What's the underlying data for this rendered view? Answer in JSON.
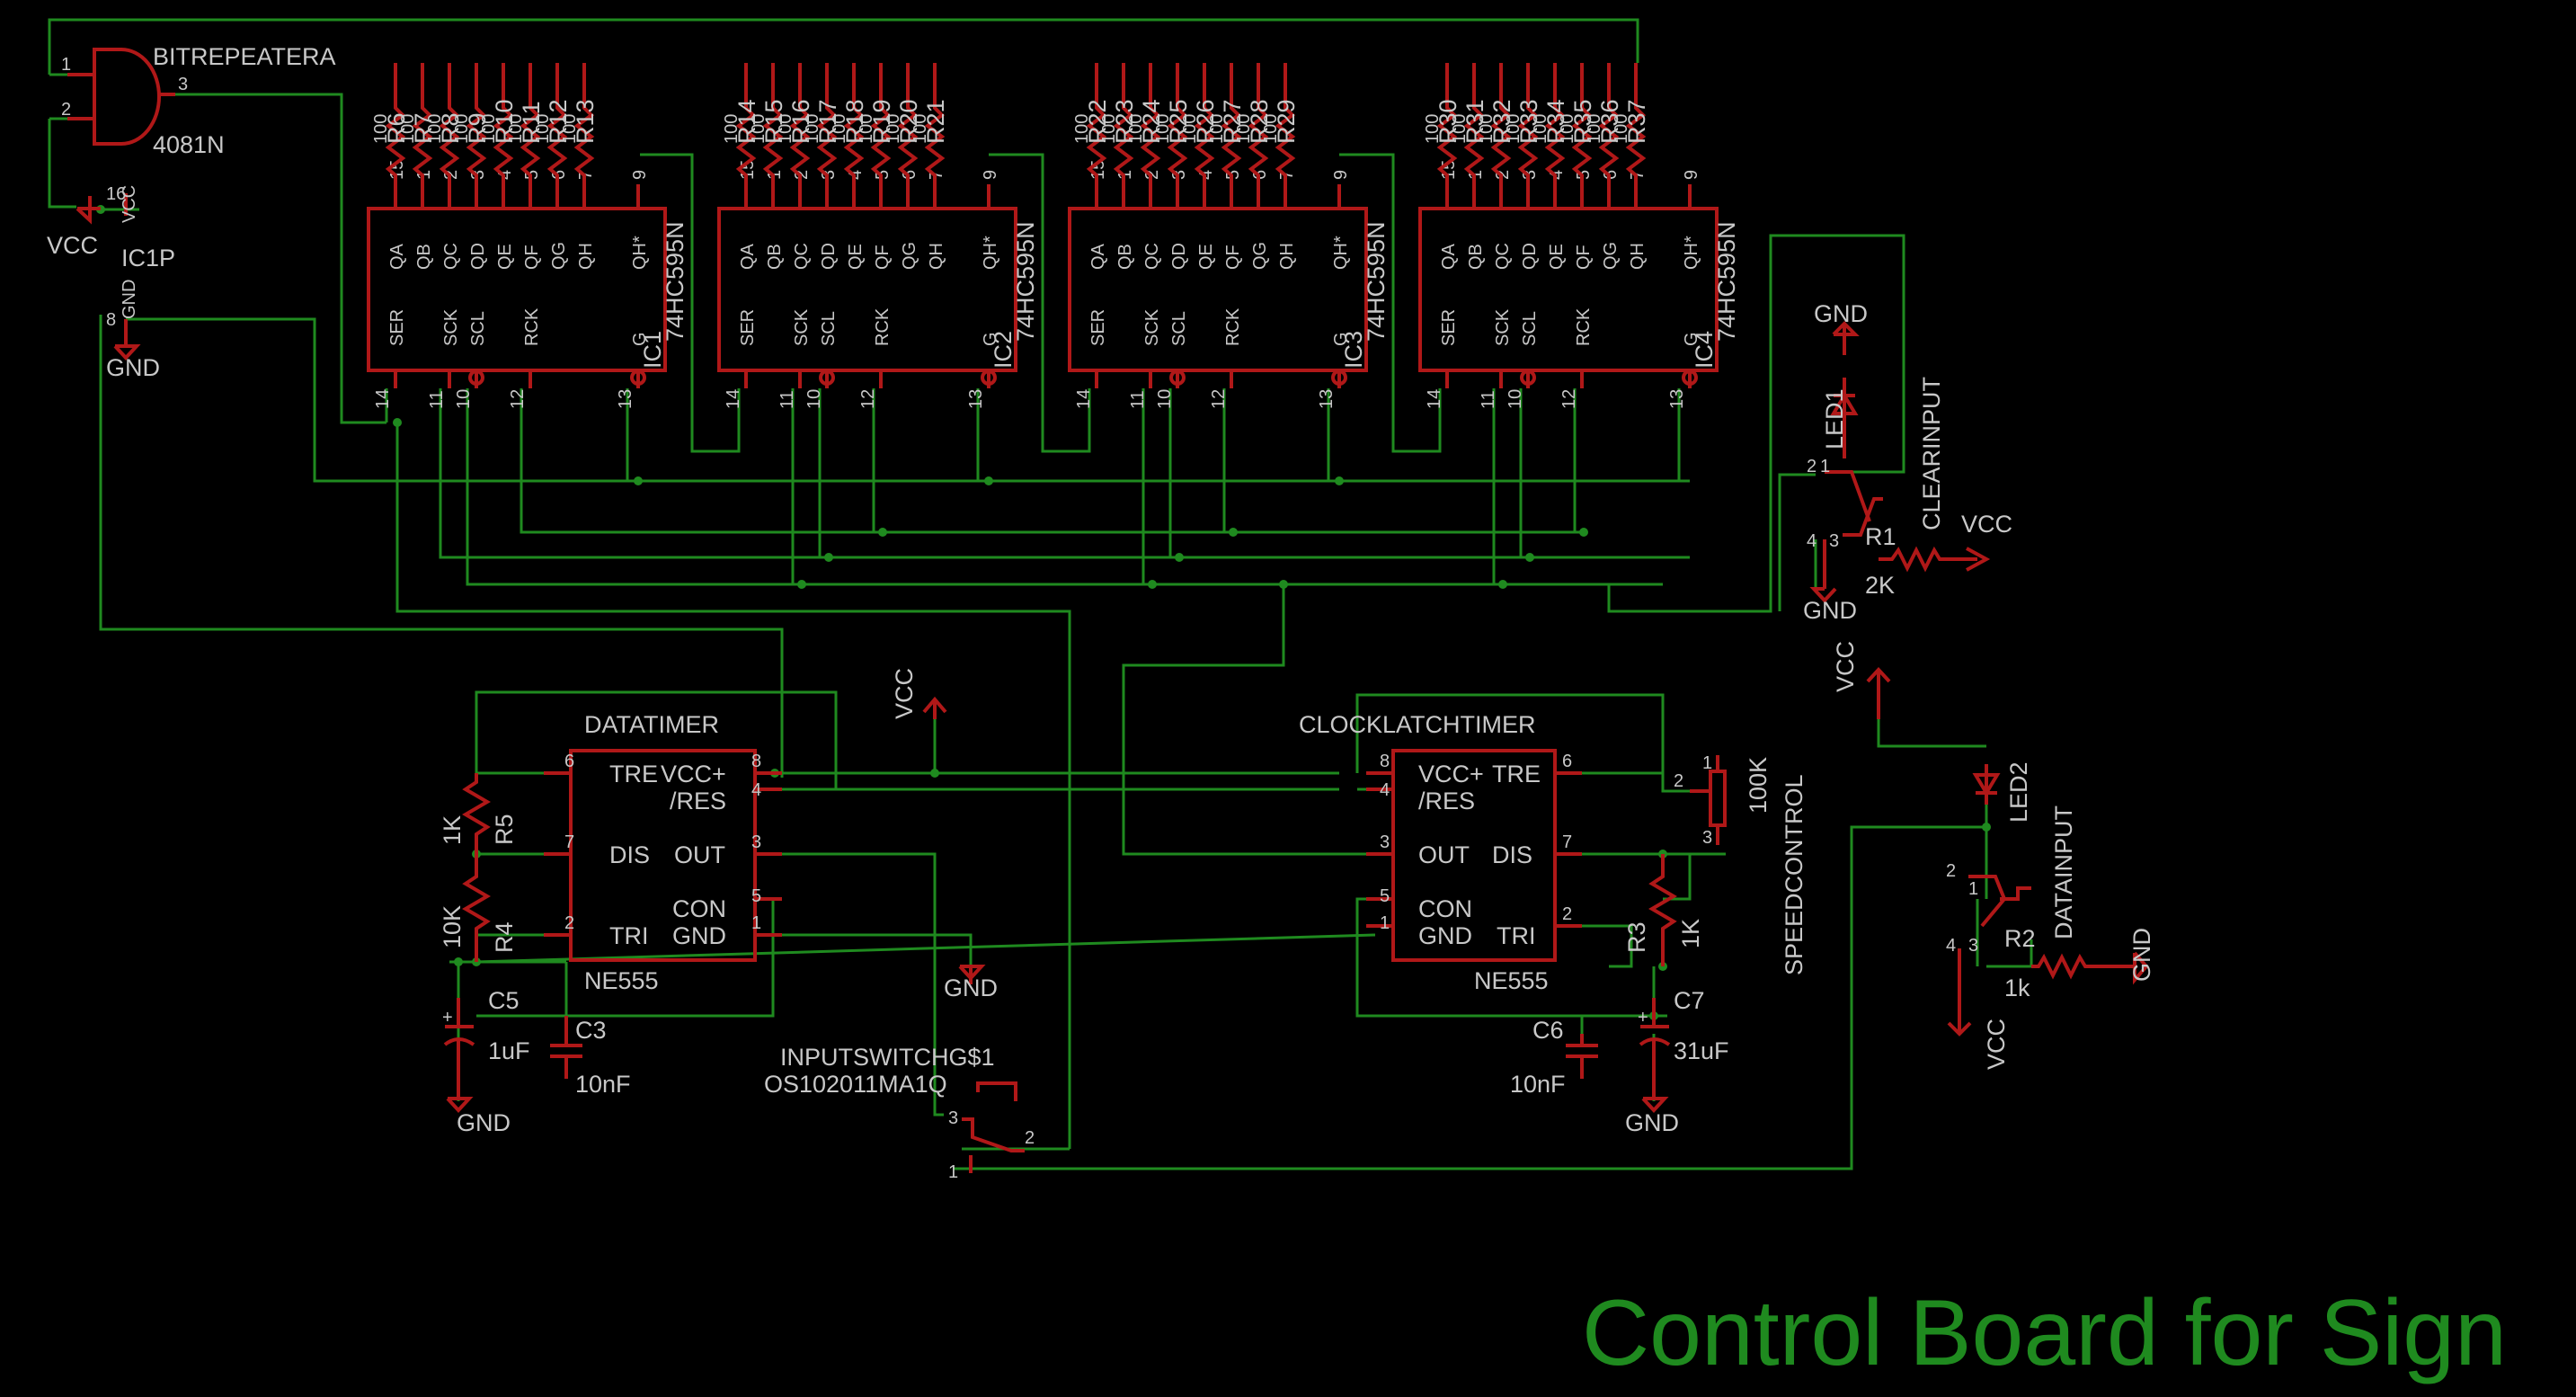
{
  "title": "Control Board for Sign",
  "colors": {
    "background": "#000000",
    "wire": "#1f8a1f",
    "part": "#b01818",
    "text": "#c8c8c8"
  },
  "gate": {
    "name": "BITREPEATERA",
    "value": "4081N",
    "pins": [
      "1",
      "2",
      "3"
    ]
  },
  "power_part": {
    "name": "IC1P",
    "vcc_pin": "16",
    "vcc": "VCC",
    "gnd_pin": "8",
    "gnd": "GND"
  },
  "registers": [
    {
      "name": "IC1",
      "value": "74HC595N",
      "resistors": [
        "R6",
        "R7",
        "R8",
        "R9",
        "R10",
        "R11",
        "R12",
        "R13"
      ]
    },
    {
      "name": "IC2",
      "value": "74HC595N",
      "resistors": [
        "R14",
        "R15",
        "R16",
        "R17",
        "R18",
        "R19",
        "R20",
        "R21"
      ]
    },
    {
      "name": "IC3",
      "value": "74HC595N",
      "resistors": [
        "R22",
        "R23",
        "R24",
        "R25",
        "R26",
        "R27",
        "R28",
        "R29"
      ]
    },
    {
      "name": "IC4",
      "value": "74HC595N",
      "resistors": [
        "R30",
        "R31",
        "R32",
        "R33",
        "R34",
        "R35",
        "R36",
        "R37"
      ]
    }
  ],
  "resistor_value": "100",
  "register_top_pins": [
    "15",
    "1",
    "2",
    "3",
    "4",
    "5",
    "6",
    "7",
    "9"
  ],
  "register_top_labels": [
    "QA",
    "QB",
    "QC",
    "QD",
    "QE",
    "QF",
    "QG",
    "QH",
    "QH*"
  ],
  "register_bottom_labels": [
    "SER",
    "SCK",
    "SCL",
    "RCK",
    "G"
  ],
  "register_bottom_pins": [
    "14",
    "11",
    "10",
    "12",
    "13"
  ],
  "timers": [
    {
      "name": "DATATIMER",
      "value": "NE555",
      "left": [
        "TRE",
        "DIS",
        "TRI"
      ],
      "right": [
        "VCC+",
        "/RES",
        "OUT",
        "CON",
        "GND"
      ],
      "lpins": [
        "6",
        "7",
        "2"
      ],
      "rpins": [
        "8",
        "4",
        "3",
        "5",
        "1"
      ]
    },
    {
      "name": "CLOCKLATCHTIMER",
      "value": "NE555",
      "left": [
        "VCC+",
        "/RES",
        "OUT",
        "CON",
        "GND"
      ],
      "right": [
        "TRE",
        "DIS",
        "TRI"
      ],
      "lpins": [
        "8",
        "4",
        "3",
        "5",
        "1"
      ],
      "rpins": [
        "6",
        "7",
        "2"
      ]
    }
  ],
  "passives": {
    "r5": {
      "name": "R5",
      "value": "1K"
    },
    "r4": {
      "name": "R4",
      "value": "10K"
    },
    "c5": {
      "name": "C5",
      "value": "1uF"
    },
    "c3": {
      "name": "C3",
      "value": "10nF"
    },
    "r3": {
      "name": "R3",
      "value": "1K"
    },
    "c6": {
      "name": "C6",
      "value": "10nF"
    },
    "c7": {
      "name": "C7",
      "value": "31uF"
    },
    "pot": {
      "name": "SPEEDCONTROL",
      "value": "100K",
      "pins": [
        "1",
        "2",
        "3"
      ]
    },
    "r1": {
      "name": "R1",
      "value": "2K"
    },
    "r2": {
      "name": "R2",
      "value": "1k"
    }
  },
  "switch": {
    "name": "INPUTSWITCHG$1",
    "value": "OS102011MA1Q",
    "pins": [
      "1",
      "2",
      "3"
    ]
  },
  "led1": {
    "name": "LED1"
  },
  "led2": {
    "name": "LED2"
  },
  "clear_input": {
    "name": "CLEARINPUT",
    "pins": [
      "1",
      "2",
      "3",
      "4"
    ]
  },
  "data_input": {
    "name": "DATAINPUT",
    "pins": [
      "1",
      "2",
      "3",
      "4"
    ]
  },
  "supply": {
    "vcc": "VCC",
    "gnd": "GND"
  }
}
